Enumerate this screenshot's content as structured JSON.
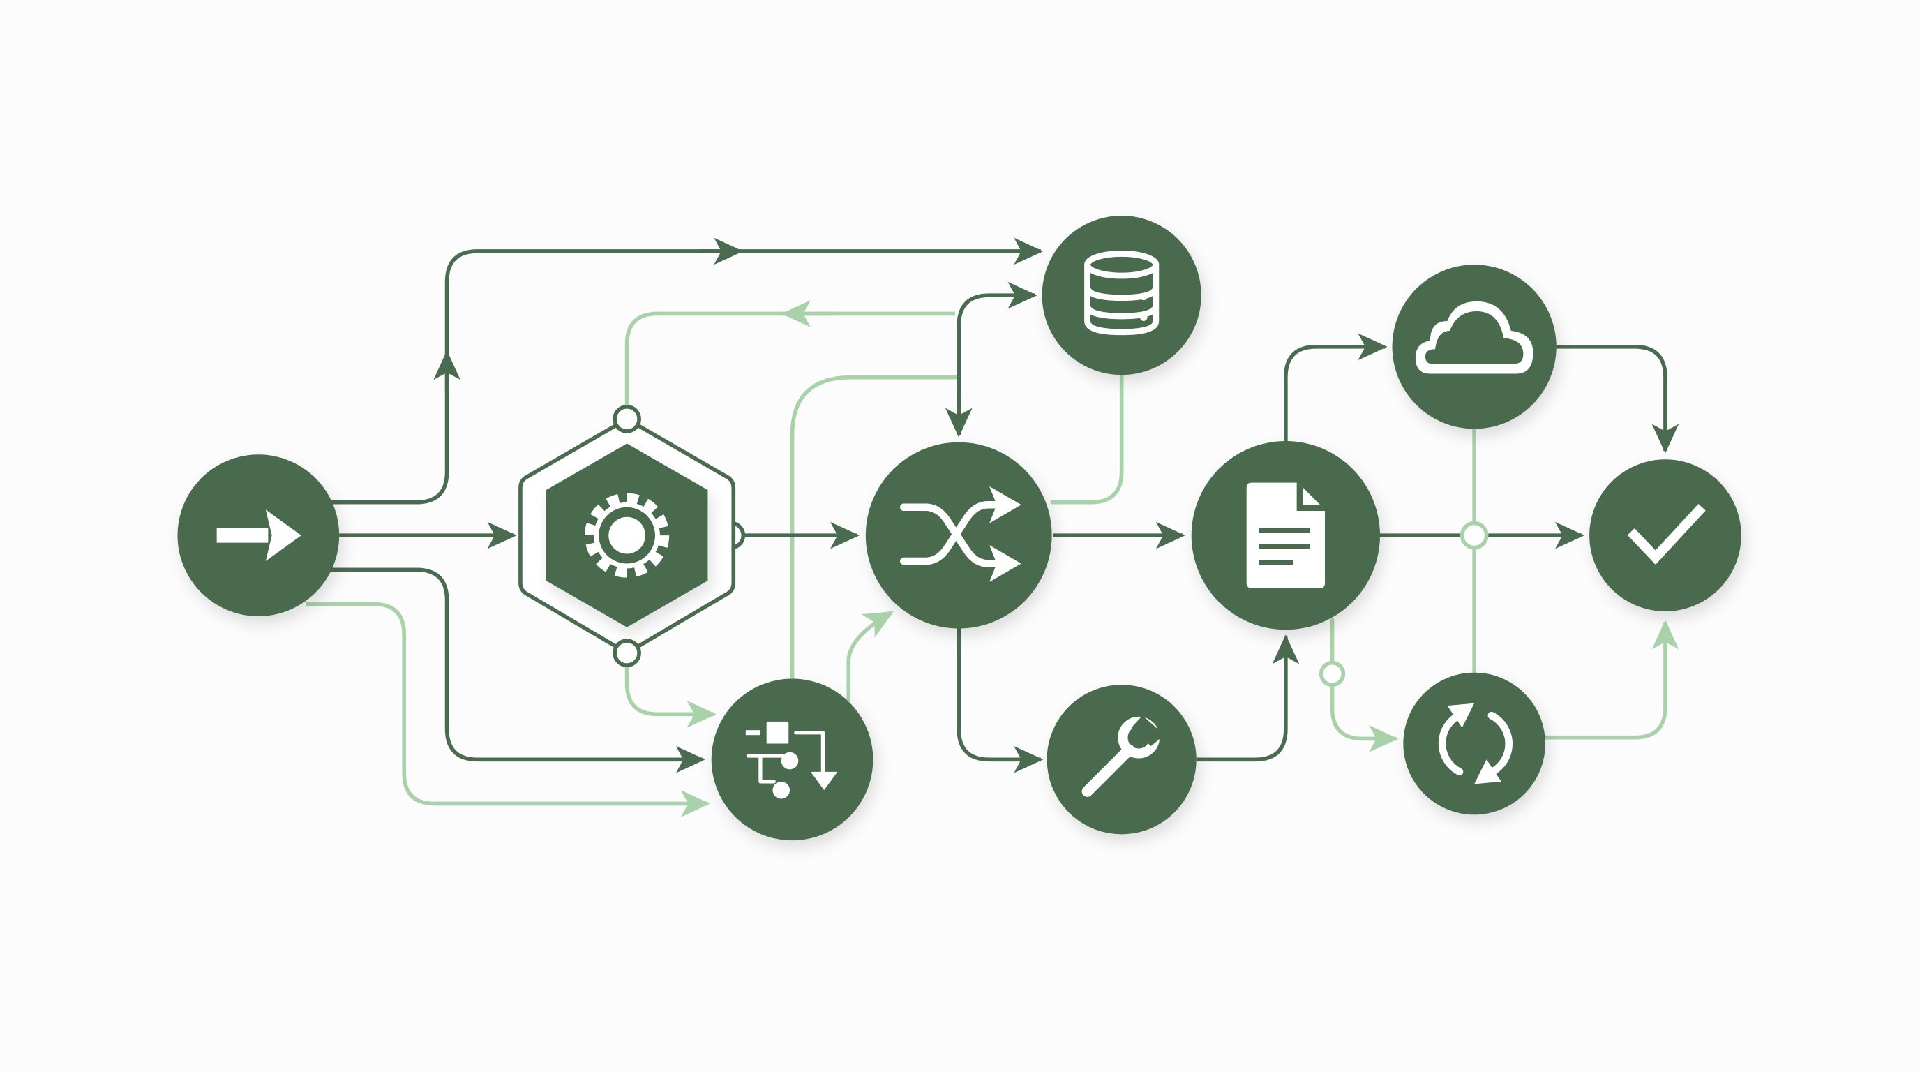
{
  "colors": {
    "node_fill": "#486a4e",
    "primary_edge": "#4b6b50",
    "secondary_edge": "#a9d2ab",
    "background": "#fbfcfb",
    "icon": "#ffffff"
  },
  "nodes": [
    {
      "id": "start",
      "icon": "arrow-right-icon"
    },
    {
      "id": "process",
      "icon": "gear-icon",
      "shape": "hexagon"
    },
    {
      "id": "branch",
      "icon": "flowchart-icon"
    },
    {
      "id": "shuffle",
      "icon": "shuffle-icon"
    },
    {
      "id": "database",
      "icon": "database-icon"
    },
    {
      "id": "tools",
      "icon": "wrench-icon"
    },
    {
      "id": "document",
      "icon": "document-icon"
    },
    {
      "id": "cloud",
      "icon": "cloud-icon"
    },
    {
      "id": "sync",
      "icon": "refresh-icon"
    },
    {
      "id": "done",
      "icon": "checkmark-icon"
    }
  ]
}
